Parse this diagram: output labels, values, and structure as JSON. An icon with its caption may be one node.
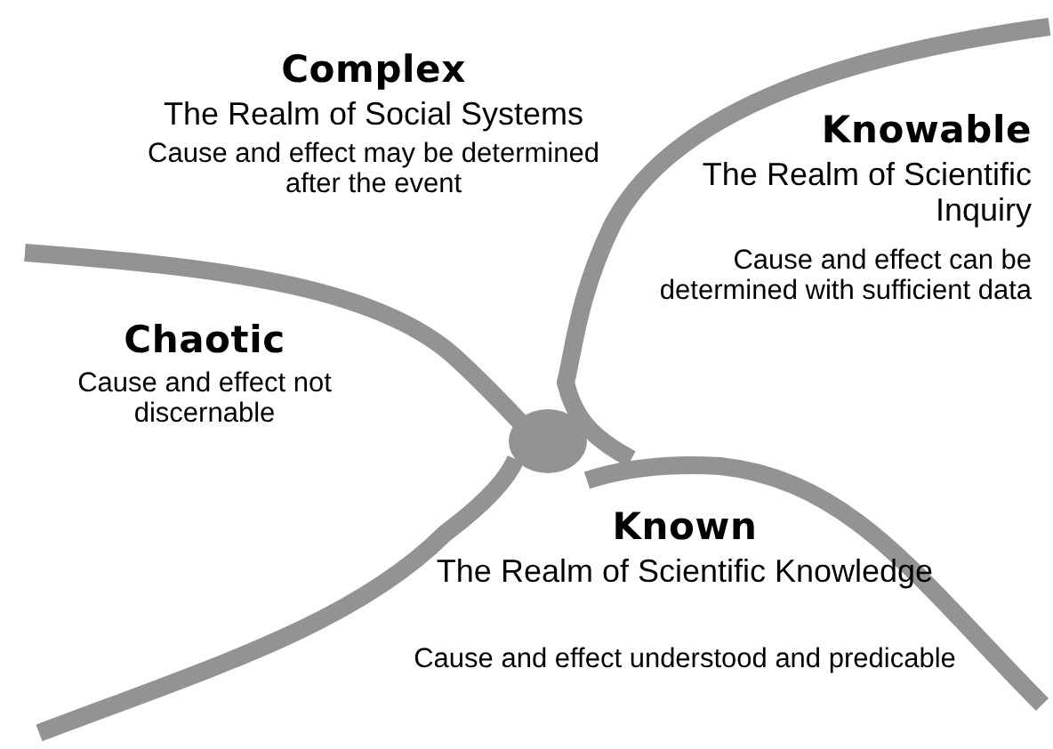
{
  "diagram": {
    "labels": [
      "Complex",
      "The Realm of Social Systems",
      "Cause and effect may be determined after the event",
      "Knowable",
      "The Realm of Scientific Inquiry",
      "Cause and effect can be determined with sufficient data",
      "Chaotic",
      "Cause and effect not discernable",
      "Known",
      "The Realm of Scientific Knowledge",
      "Cause and effect understood and predicable"
    ]
  }
}
